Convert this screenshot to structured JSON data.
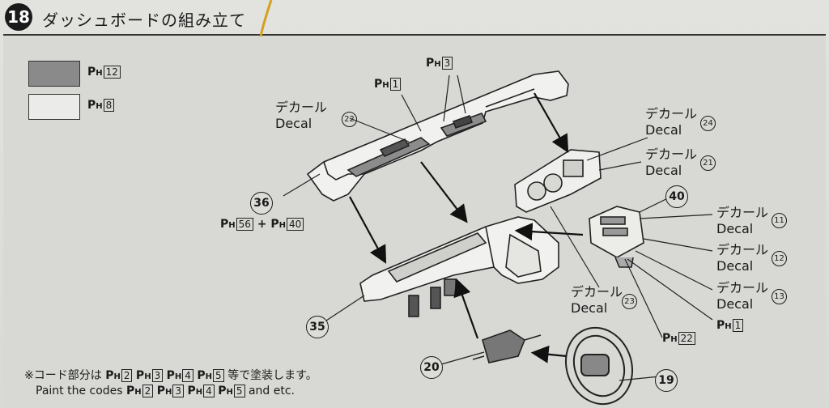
{
  "step": {
    "number": "18",
    "title": "ダッシュボードの組み立て"
  },
  "paint_key": [
    {
      "color": "#8a8a8a",
      "prefix": "P",
      "sub": "H",
      "code": "12"
    },
    {
      "color": "#e8e8e6",
      "prefix": "P",
      "sub": "H",
      "code": "8"
    }
  ],
  "callouts": {
    "ph3": {
      "prefix": "P",
      "sub": "H",
      "code": "3"
    },
    "ph1_top": {
      "prefix": "P",
      "sub": "H",
      "code": "1"
    },
    "ph56": {
      "prefix": "P",
      "sub": "H",
      "code": "56",
      "plus": "+"
    },
    "ph40": {
      "prefix": "P",
      "sub": "H",
      "code": "40"
    },
    "ph22": {
      "prefix": "P",
      "sub": "H",
      "code": "22"
    },
    "ph1_bottom": {
      "prefix": "P",
      "sub": "H",
      "code": "1"
    }
  },
  "decals": {
    "d22": {
      "jp": "デカール",
      "en": "Decal",
      "num": "22"
    },
    "d24": {
      "jp": "デカール",
      "en": "Decal",
      "num": "24"
    },
    "d21": {
      "jp": "デカール",
      "en": "Decal",
      "num": "21"
    },
    "d11": {
      "jp": "デカール",
      "en": "Decal",
      "num": "11"
    },
    "d12": {
      "jp": "デカール",
      "en": "Decal",
      "num": "12"
    },
    "d13": {
      "jp": "デカール",
      "en": "Decal",
      "num": "13"
    },
    "d23": {
      "jp": "デカール",
      "en": "Decal",
      "num": "23"
    }
  },
  "parts": {
    "p36": "36",
    "p35": "35",
    "p40": "40",
    "p20": "20",
    "p19": "19"
  },
  "footnote": {
    "jp_prefix": "※コード部分は",
    "jp_suffix": "等で塗装します。",
    "en_prefix": "Paint the codes",
    "en_suffix": "and etc.",
    "codes": [
      "2",
      "3",
      "4",
      "5"
    ],
    "ph_prefix": "P",
    "ph_sub": "H"
  }
}
